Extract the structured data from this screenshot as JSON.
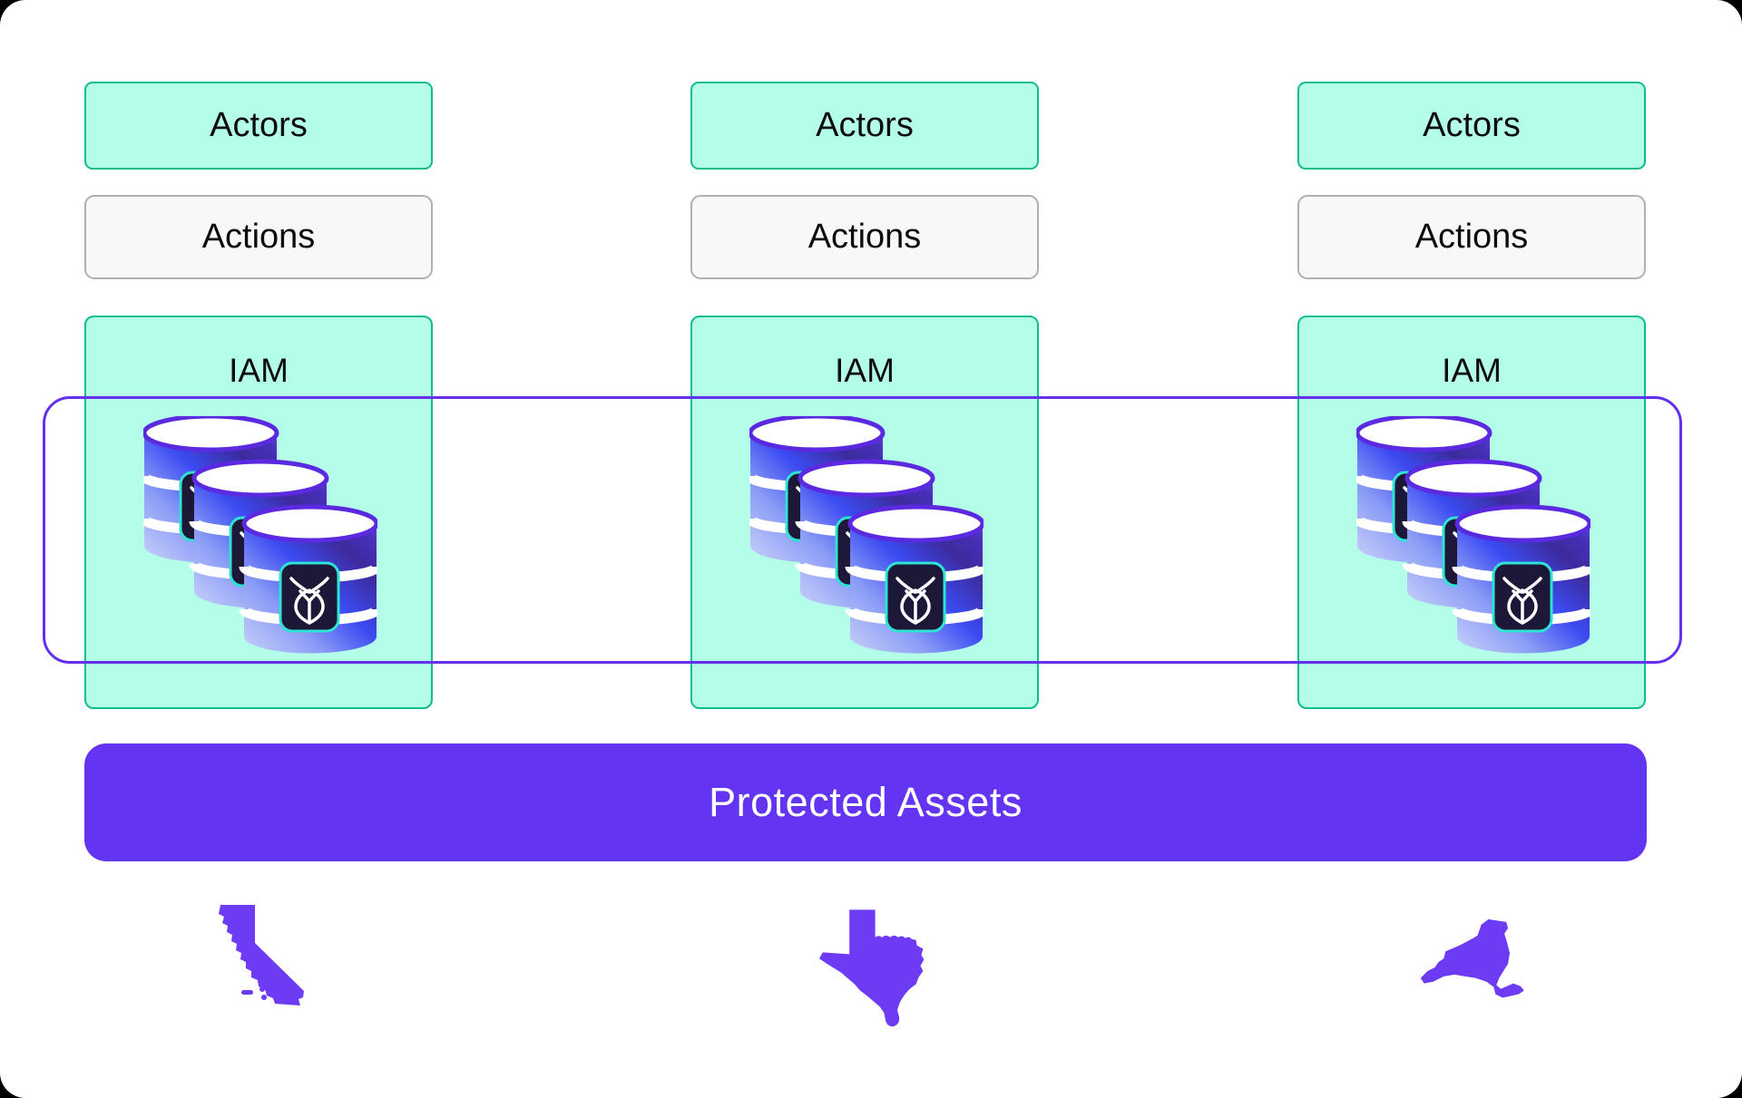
{
  "colors": {
    "page-bg": "#000000",
    "card-bg": "#ffffff",
    "mint": "#b4fde8",
    "teal": "#0ebd8c",
    "actions-bg": "#f8f8f8",
    "actions-border": "#b0b0b0",
    "text": "#0d0d0d",
    "purple-outline": "#6430ec",
    "banner-purple": "#6334f1",
    "state-purple": "#6c3bf3",
    "cyl-stroke": "#5b2ae0",
    "badge-bg": "#1d1738",
    "badge-cyan": "#2ee2d4"
  },
  "columns": [
    {
      "actors_label": "Actors",
      "actions_label": "Actions",
      "iam_label": "IAM",
      "db_icon": "cockroachdb-database-stack-icon",
      "state_icon": "california-icon"
    },
    {
      "actors_label": "Actors",
      "actions_label": "Actions",
      "iam_label": "IAM",
      "db_icon": "cockroachdb-database-stack-icon",
      "state_icon": "texas-icon"
    },
    {
      "actors_label": "Actors",
      "actions_label": "Actions",
      "iam_label": "IAM",
      "db_icon": "cockroachdb-database-stack-icon",
      "state_icon": "new-york-icon"
    }
  ],
  "banner": {
    "label": "Protected Assets"
  }
}
